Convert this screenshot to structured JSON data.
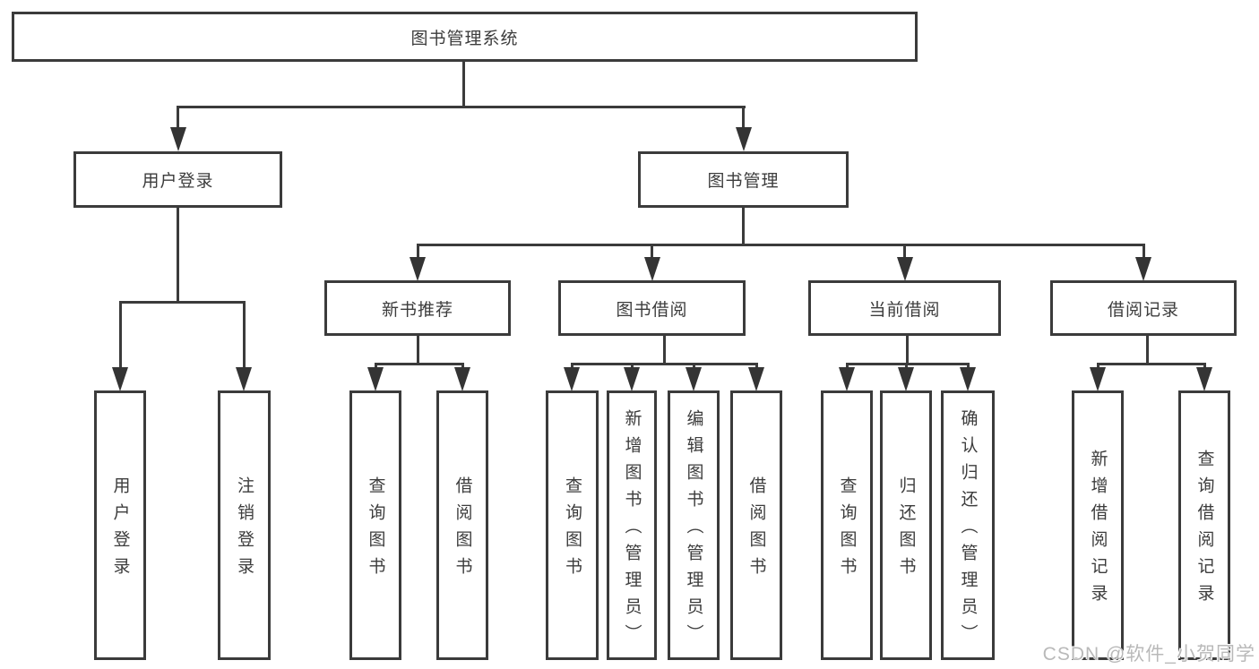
{
  "diagram": {
    "root": "图书管理系统",
    "level2": [
      "用户登录",
      "图书管理"
    ],
    "level3": [
      "新书推荐",
      "图书借阅",
      "当前借阅",
      "借阅记录"
    ],
    "leaves": [
      "用户登录",
      "注销登录",
      "查询图书",
      "借阅图书",
      "查询图书",
      "新增图书（管理员）",
      "编辑图书（管理员）",
      "借阅图书",
      "查询图书",
      "归还图书",
      "确认归还（管理员）",
      "新增借阅记录",
      "查询借阅记录"
    ]
  },
  "watermark": "CSDN @软件_小贺同学",
  "colors": {
    "line": "#3b3b3b",
    "box_border": "#3b3b3b",
    "box_fill": "#ffffff",
    "text": "#3c3c3c",
    "watermark": "#b9b9b9",
    "background": "#ffffff"
  }
}
